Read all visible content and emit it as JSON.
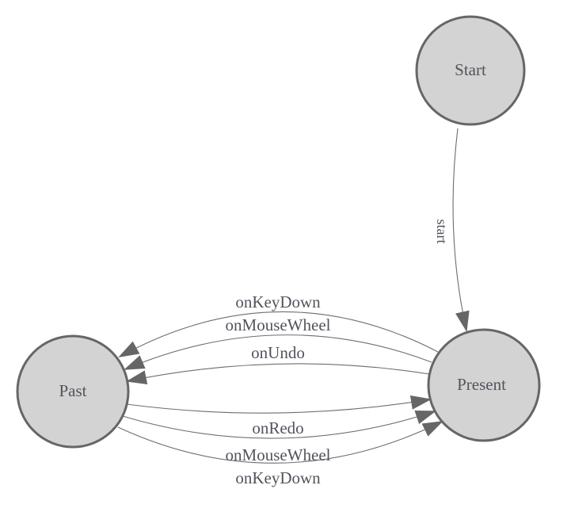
{
  "diagram": {
    "type": "state-machine",
    "colors": {
      "background": "#ffffff",
      "node_fill": "#d3d3d3",
      "node_stroke": "#666666",
      "edge_stroke": "#6e6e6e",
      "arrow_fill": "#666666",
      "label_text": "#52545c"
    },
    "nodes": [
      {
        "id": "start",
        "label": "Start"
      },
      {
        "id": "present",
        "label": "Present"
      },
      {
        "id": "past",
        "label": "Past"
      }
    ],
    "edges": [
      {
        "id": "start-to-present",
        "from": "start",
        "to": "present",
        "label": "start"
      },
      {
        "id": "present-to-past-keydown",
        "from": "present",
        "to": "past",
        "label": "onKeyDown"
      },
      {
        "id": "present-to-past-mousewheel",
        "from": "present",
        "to": "past",
        "label": "onMouseWheel"
      },
      {
        "id": "present-to-past-undo",
        "from": "present",
        "to": "past",
        "label": "onUndo"
      },
      {
        "id": "past-to-present-redo",
        "from": "past",
        "to": "present",
        "label": "onRedo"
      },
      {
        "id": "past-to-present-mousewheel",
        "from": "past",
        "to": "present",
        "label": "onMouseWheel"
      },
      {
        "id": "past-to-present-keydown",
        "from": "past",
        "to": "present",
        "label": "onKeyDown"
      }
    ]
  }
}
